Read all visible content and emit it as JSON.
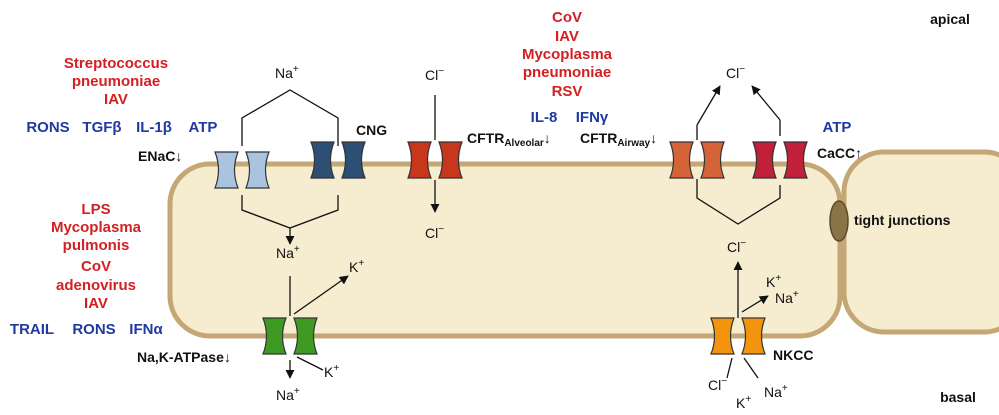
{
  "orientation": {
    "apical": "apical",
    "basal": "basal"
  },
  "factors": {
    "enac_red": [
      "Streptococcus",
      "pneumoniae",
      "IAV"
    ],
    "enac_blue": [
      "RONS",
      "TGFβ",
      "IL-1β",
      "ATP"
    ],
    "cftr_red": [
      "CoV",
      "IAV",
      "Mycoplasma",
      "pneumoniae",
      "RSV"
    ],
    "cftr_blue": [
      "IL-8",
      "IFNγ"
    ],
    "cacc_blue": [
      "ATP"
    ],
    "atpase_red": [
      "LPS",
      "Mycoplasma",
      "pulmonis",
      "CoV",
      "adenovirus",
      "IAV"
    ],
    "atpase_blue": [
      "TRAIL",
      "RONS",
      "IFNα"
    ]
  },
  "channels": {
    "enac": "ENaC↓",
    "cng": "CNG",
    "cftr_alv_main": "CFTR",
    "cftr_alv_sub": "Alveolar",
    "cftr_alv_arrow": "↓",
    "cftr_air_main": "CFTR",
    "cftr_air_sub": "Airway",
    "cftr_air_arrow": "↓",
    "cacc": "CaCC↑",
    "nak": "Na,K-ATPase↓",
    "nkcc": "NKCC",
    "tight": "tight junctions"
  },
  "ions": {
    "na_base": "Na",
    "k_base": "K",
    "cl_base": "Cl",
    "plus": "+",
    "minus": "−"
  },
  "colors": {
    "cell_fill": "#f6ecd0",
    "cell_border": "#c4a774",
    "enac": "#a9c3e0",
    "cng": "#2c4f73",
    "cftr_alveolar": "#c8361c",
    "cftr_airway": "#d46438",
    "cacc": "#c1203a",
    "nak": "#3e9a23",
    "nkcc": "#f2940e",
    "tight_junction": "#8a7346",
    "factor_red": "#d32023",
    "factor_blue": "#1f3aa0"
  }
}
